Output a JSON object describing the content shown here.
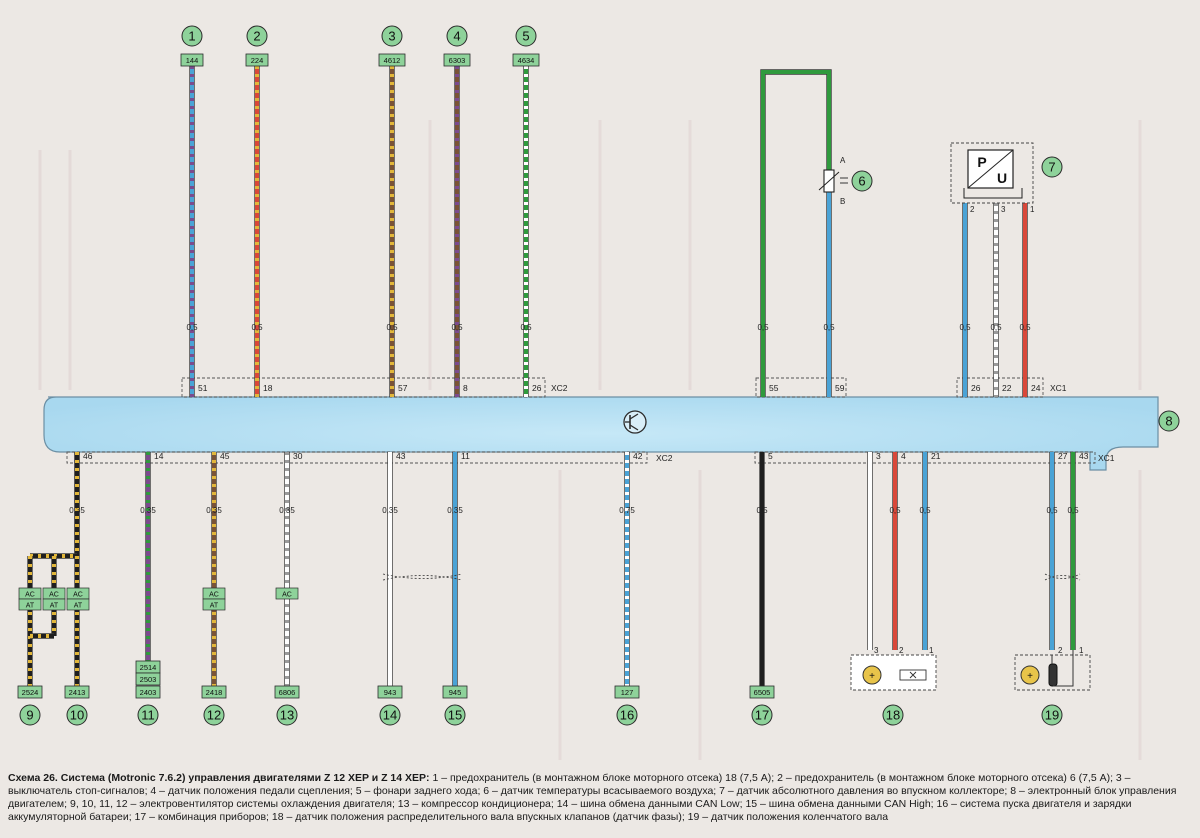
{
  "colors": {
    "green_badge": "#8ed29a",
    "ecu_fill": "#b7e1f4",
    "wire_blue": "#4aa3d6",
    "wire_yellow": "#e2b73a",
    "wire_red": "#d9483a",
    "wire_green": "#2f9a3d",
    "wire_brown": "#7a5336",
    "wire_violet": "#7b4b8e",
    "wire_grey": "#9a9a9a",
    "wire_black": "#1f1f1f",
    "wire_white": "#ffffff"
  },
  "ecu": {
    "number": "8",
    "connector_xc1": "XC1",
    "connector_xc2": "XC2"
  },
  "top_wires": [
    {
      "num": "1",
      "code": "144",
      "section": "0,5",
      "pin": "51",
      "stripes": [
        "wire_blue",
        "wire_violet"
      ]
    },
    {
      "num": "2",
      "code": "224",
      "section": "0,5",
      "pin": "18",
      "stripes": [
        "wire_red",
        "wire_yellow"
      ]
    },
    {
      "num": "3",
      "code": "4612",
      "section": "0,5",
      "pin": "57",
      "stripes": [
        "wire_brown",
        "wire_yellow"
      ]
    },
    {
      "num": "4",
      "code": "6303",
      "section": "0,5",
      "pin": "8",
      "stripes": [
        "wire_brown",
        "wire_violet"
      ]
    },
    {
      "num": "5",
      "code": "4634",
      "section": "0,5",
      "pin": "26",
      "stripes": [
        "wire_green",
        "wire_white"
      ]
    }
  ],
  "sensor6": {
    "num": "6",
    "label_a": "A",
    "label_b": "B",
    "wire_green": {
      "section": "0,5",
      "pin": "55"
    },
    "wire_blue": {
      "section": "0,5",
      "pin": "59"
    }
  },
  "sensor7": {
    "num": "7",
    "p": "P",
    "u": "U",
    "pins": [
      "2",
      "3",
      "1"
    ],
    "wires": [
      {
        "section": "0,5",
        "pin": "26"
      },
      {
        "section": "0,5",
        "pin": "22"
      },
      {
        "section": "0,5",
        "pin": "24"
      }
    ]
  },
  "bottom_wires": [
    {
      "pin": "46",
      "section": "0,35"
    },
    {
      "pin": "14",
      "section": "0,35"
    },
    {
      "pin": "45",
      "section": "0,35"
    },
    {
      "pin": "30",
      "section": "0,35"
    },
    {
      "pin": "43",
      "section": "0,35"
    },
    {
      "pin": "11",
      "section": "0,35"
    },
    {
      "pin": "42",
      "section": "0,75"
    },
    {
      "pin": "5",
      "section": "0,5"
    },
    {
      "pin": "3",
      "section": ""
    },
    {
      "pin": "4",
      "section": "0,5"
    },
    {
      "pin": "21",
      "section": "0,5"
    },
    {
      "pin": "27",
      "section": "0,5"
    },
    {
      "pin": "43",
      "section": "0,5"
    }
  ],
  "tags": {
    "ac": "AC",
    "at": "AT"
  },
  "bottom_codes": {
    "c9": "2524",
    "c10": "2413",
    "c11a": "2514",
    "c11b": "2503",
    "c11c": "2403",
    "c12": "2418",
    "c13": "6806",
    "c14": "943",
    "c15": "945",
    "c16": "127",
    "c17": "6505"
  },
  "bottom_nums": [
    "9",
    "10",
    "11",
    "12",
    "13",
    "14",
    "15",
    "16",
    "17",
    "18",
    "19"
  ],
  "sensor18_pins": [
    "3",
    "2",
    "1"
  ],
  "sensor19_pins": [
    "2",
    "1"
  ],
  "caption": {
    "title": "Схема 26. Система (Motronic 7.6.2) управления двигателями Z 12 XEP и Z 14 XEP:",
    "text": " 1 – предохранитель (в монтажном блоке моторного отсека) 18 (7,5 А); 2 – предохранитель (в монтажном блоке моторного отсека) 6 (7,5 А); 3 – выключатель стоп-сигналов; 4 – датчик положения педали сцепления; 5 – фонари заднего хода; 6 – датчик температуры всасываемого воздуха; 7 – датчик абсолютного давления во впускном коллекторе; 8 – электронный блок управления двигателем; 9, 10, 11, 12 – электровентилятор системы охлаждения двигателя; 13 – компрессор кондиционера; 14 – шина обмена данными CAN Low; 15 – шина обмена данными CAN High; 16 – система пуска двигателя и зарядки аккумуляторной батареи; 17 – комбинация приборов; 18 – датчик положения распределительного вала впускных клапанов (датчик фазы); 19 – датчик положения коленчатого вала"
  }
}
